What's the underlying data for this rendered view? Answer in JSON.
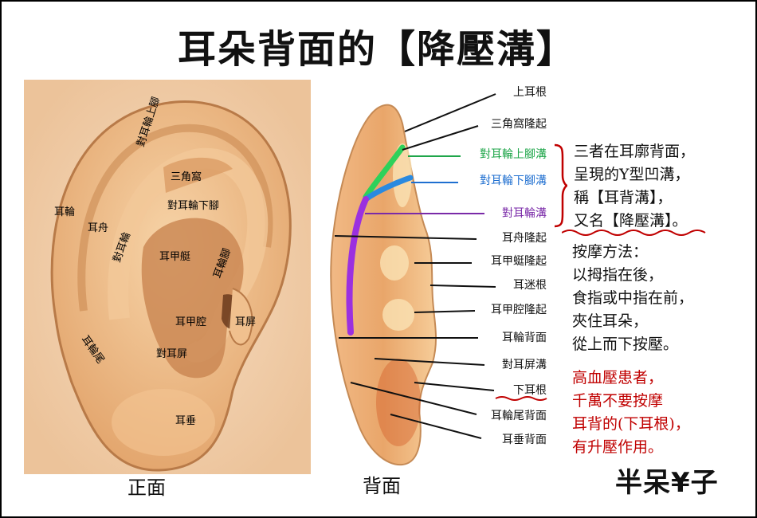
{
  "title": "耳朵背面的【降壓溝】",
  "front": {
    "caption": "正面",
    "labels": {
      "er_lun": "耳輪",
      "er_zhou": "耳舟",
      "dui_er_lun_shang_jiao": "對耳輪上腳",
      "san_jiao_wo": "三角窩",
      "dui_er_lun_xia_jiao": "對耳輪下腳",
      "dui_er_lun": "對耳輪",
      "er_jia_ting": "耳甲艇",
      "er_lun_jiao": "耳輪腳",
      "er_jia_qiang": "耳甲腔",
      "er_ping": "耳屏",
      "er_lun_wei": "耳輪尾",
      "dui_er_ping": "對耳屏",
      "er_chui": "耳垂"
    }
  },
  "back": {
    "caption": "背面",
    "labels": [
      {
        "text": "上耳根",
        "color": "#111111"
      },
      {
        "text": "三角窩隆起",
        "color": "#111111"
      },
      {
        "text": "對耳輪上腳溝",
        "color": "#1fa64a"
      },
      {
        "text": "對耳輪下腳溝",
        "color": "#1f6fd0"
      },
      {
        "text": "對耳輪溝",
        "color": "#7a2aa8"
      },
      {
        "text": "耳舟隆起",
        "color": "#111111"
      },
      {
        "text": "耳甲蜓隆起",
        "color": "#111111"
      },
      {
        "text": "耳迷根",
        "color": "#111111"
      },
      {
        "text": "耳甲腔隆起",
        "color": "#111111"
      },
      {
        "text": "耳輪背面",
        "color": "#111111"
      },
      {
        "text": "對耳屏溝",
        "color": "#111111"
      },
      {
        "text": "下耳根",
        "color": "#111111"
      },
      {
        "text": "耳輪尾背面",
        "color": "#111111"
      },
      {
        "text": "耳垂背面",
        "color": "#111111"
      }
    ]
  },
  "notes": {
    "desc": [
      "三者在耳廓背面，",
      "呈現的Y型凹溝，",
      "稱【耳背溝】，",
      "又名【降壓溝】。"
    ],
    "massage": [
      "按摩方法：",
      "以拇指在後，",
      "食指或中指在前，",
      "夾住耳朵，",
      "從上而下按壓。"
    ],
    "warning": [
      "高血壓患者，",
      "千萬不要按摩",
      "耳背的(下耳根)，",
      "有升壓作用。"
    ]
  },
  "logo": "半呆¥子",
  "colors": {
    "green": "#2ed15a",
    "blue": "#2a8ae0",
    "purple": "#9b30e0",
    "red_note": "#c00000",
    "skin": "#e9b47c"
  }
}
